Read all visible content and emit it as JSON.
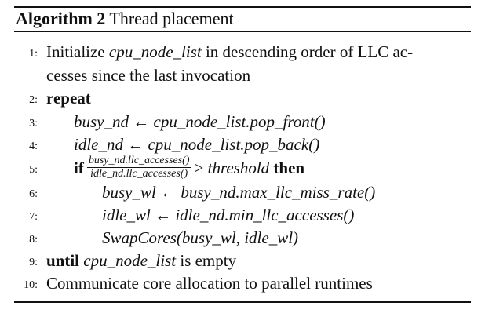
{
  "algorithm": {
    "label": "Algorithm 2",
    "title": "Thread placement"
  },
  "lines": [
    {
      "num": "1:",
      "parts": [
        {
          "t": "Initialize "
        },
        {
          "t": "cpu_node_list",
          "it": true
        },
        {
          "t": " in descending order of LLC ac-"
        }
      ]
    },
    {
      "num": "",
      "parts": [
        {
          "t": "cesses since the last invocation"
        }
      ]
    },
    {
      "num": "2:",
      "parts": [
        {
          "t": "repeat",
          "kw": true
        }
      ]
    },
    {
      "num": "3:",
      "parts": [
        {
          "t": "busy_nd ← cpu_node_list.pop_front()",
          "it": true
        }
      ]
    },
    {
      "num": "4:",
      "parts": [
        {
          "t": "idle_nd ← cpu_node_list.pop_back()",
          "it": true
        }
      ]
    },
    {
      "num": "5:",
      "parts": [
        {
          "t": "if",
          "kw": true
        },
        {
          "frac": true,
          "num": "busy_nd.llc_accesses()",
          "den": "idle_nd.llc_accesses()"
        },
        {
          "t": "> "
        },
        {
          "t": "threshold",
          "it": true
        },
        {
          "t": " "
        },
        {
          "t": "then",
          "kw": true
        }
      ]
    },
    {
      "num": "6:",
      "parts": [
        {
          "t": "busy_wl ← busy_nd.max_llc_miss_rate()",
          "it": true
        }
      ]
    },
    {
      "num": "7:",
      "parts": [
        {
          "t": "idle_wl ← idle_nd.min_llc_accesses()",
          "it": true
        }
      ]
    },
    {
      "num": "8:",
      "parts": [
        {
          "t": "SwapCores(busy_wl, idle_wl)",
          "it": true
        }
      ]
    },
    {
      "num": "9:",
      "parts": [
        {
          "t": "until",
          "kw": true
        },
        {
          "t": " "
        },
        {
          "t": "cpu_node_list",
          "it": true
        },
        {
          "t": " is empty"
        }
      ]
    },
    {
      "num": "10:",
      "parts": [
        {
          "t": "Communicate core allocation to parallel runtimes"
        }
      ]
    }
  ]
}
